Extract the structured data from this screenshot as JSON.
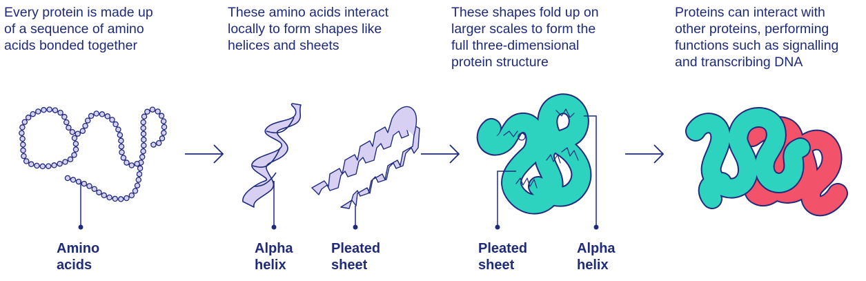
{
  "stages": [
    {
      "caption": [
        "Every protein is made up",
        "of a sequence of amino",
        "acids bonded together"
      ],
      "labels": [
        {
          "lines": [
            "Amino",
            "acids"
          ]
        }
      ]
    },
    {
      "caption": [
        "These amino acids interact",
        "locally to form shapes like",
        "helices and sheets"
      ],
      "labels": [
        {
          "lines": [
            "Alpha",
            "helix"
          ]
        },
        {
          "lines": [
            "Pleated",
            "sheet"
          ]
        }
      ]
    },
    {
      "caption": [
        "These shapes fold up on",
        "larger scales to form the",
        "full three-dimensional",
        "protein structure"
      ],
      "labels": [
        {
          "lines": [
            "Pleated",
            "sheet"
          ]
        },
        {
          "lines": [
            "Alpha",
            "helix"
          ]
        }
      ]
    },
    {
      "caption": [
        "Proteins can interact with",
        "other proteins, performing",
        "functions such as signalling",
        "and transcribing DNA"
      ],
      "labels": []
    }
  ],
  "colors": {
    "ink": "#1f2a7a",
    "bead_fill": "#d8d0f3",
    "helix_fill": "#d8d0f3",
    "sheet_fill": "#d8d0f3",
    "folded_fill": "#2ed3bf",
    "partner_fill": "#f2536a"
  },
  "icons": [
    "amino-acid-chain",
    "alpha-helix",
    "pleated-sheet",
    "folded-protein",
    "protein-complex",
    "right-arrow"
  ]
}
